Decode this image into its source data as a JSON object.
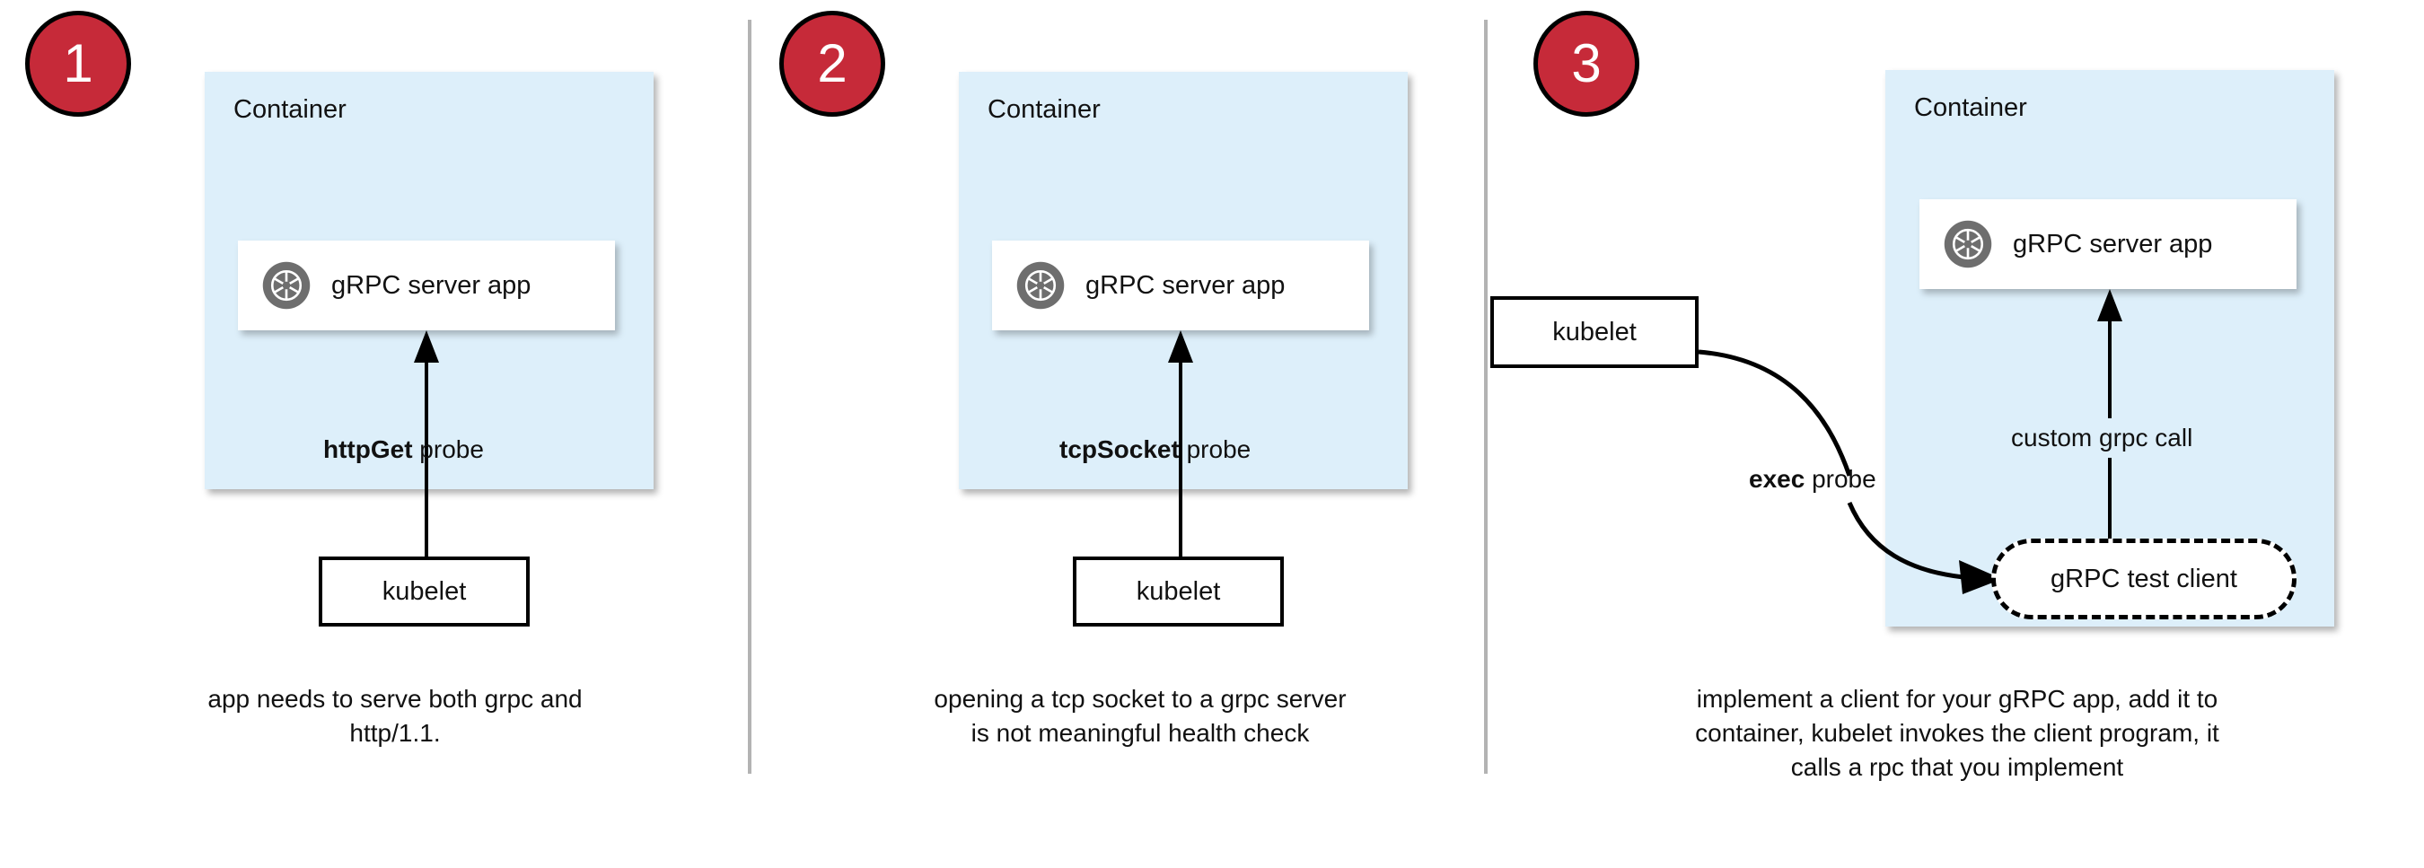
{
  "diagram": {
    "title": "gRPC health probe approaches in Kubernetes",
    "colors": {
      "badge_fill": "#c62a39",
      "badge_stroke": "#000000",
      "badge_text": "#ffffff",
      "container_fill": "#ddeffa",
      "card_fill": "#ffffff",
      "stroke": "#000000",
      "divider": "#b3b3b3",
      "grpc_icon": "#6e6e6e"
    },
    "panels": [
      {
        "number": "1",
        "container_label": "Container",
        "app_label": "gRPC server app",
        "app_icon": "grpc-shutter-icon",
        "probe_label_bold": "httpGet",
        "probe_label_rest": " probe",
        "kubelet_label": "kubelet",
        "caption": "app needs to serve both grpc and http/1.1."
      },
      {
        "number": "2",
        "container_label": "Container",
        "app_label": "gRPC server app",
        "app_icon": "grpc-shutter-icon",
        "probe_label_bold": "tcpSocket",
        "probe_label_rest": " probe",
        "kubelet_label": "kubelet",
        "caption": "opening a tcp socket to a grpc server is not meaningful health check"
      },
      {
        "number": "3",
        "container_label": "Container",
        "app_label": "gRPC server app",
        "app_icon": "grpc-shutter-icon",
        "probe_label_bold": "exec",
        "probe_label_rest": " probe",
        "kubelet_label": "kubelet",
        "test_client_label": "gRPC test client",
        "custom_call_label": "custom grpc call",
        "caption": "implement a client for your gRPC app, add it to container, kubelet invokes the client program, it calls a rpc that you implement"
      }
    ]
  }
}
